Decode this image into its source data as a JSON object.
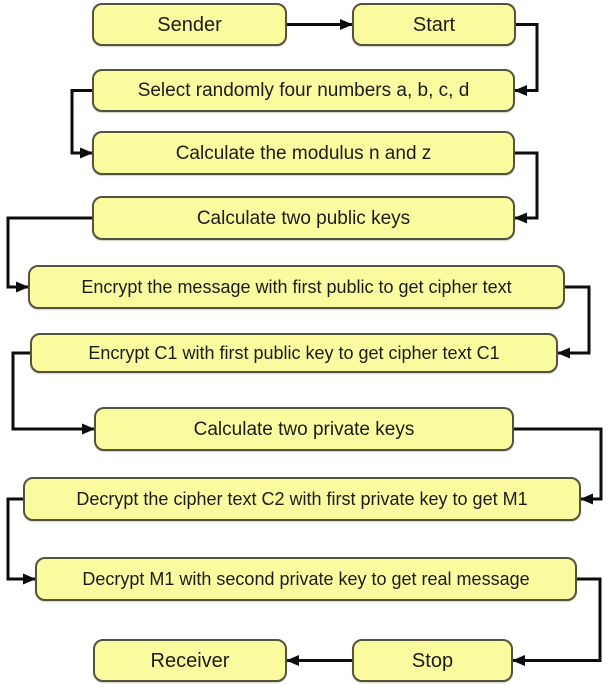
{
  "diagram": {
    "type": "flowchart",
    "nodes": {
      "sender": {
        "label": "Sender"
      },
      "start": {
        "label": "Start"
      },
      "select_numbers": {
        "label": "Select randomly four numbers a, b, c, d"
      },
      "calc_modulus": {
        "label": "Calculate the modulus n and z"
      },
      "calc_public_keys": {
        "label": "Calculate two public keys"
      },
      "encrypt_message": {
        "label": "Encrypt the message with first public to get cipher text"
      },
      "encrypt_c1": {
        "label": "Encrypt C1 with first public key to get cipher text C1"
      },
      "calc_private_keys": {
        "label": "Calculate two private keys"
      },
      "decrypt_c2": {
        "label": "Decrypt the cipher text C2 with first private key to get M1"
      },
      "decrypt_m1": {
        "label": "Decrypt M1 with second private key to get real message"
      },
      "receiver": {
        "label": "Receiver"
      },
      "stop": {
        "label": "Stop"
      }
    },
    "edges": [
      {
        "from": "sender",
        "to": "start"
      },
      {
        "from": "start",
        "to": "select_numbers"
      },
      {
        "from": "select_numbers",
        "to": "calc_modulus"
      },
      {
        "from": "calc_modulus",
        "to": "calc_public_keys"
      },
      {
        "from": "calc_public_keys",
        "to": "encrypt_message"
      },
      {
        "from": "encrypt_message",
        "to": "encrypt_c1"
      },
      {
        "from": "encrypt_c1",
        "to": "calc_private_keys"
      },
      {
        "from": "calc_private_keys",
        "to": "decrypt_c2"
      },
      {
        "from": "decrypt_c2",
        "to": "decrypt_m1"
      },
      {
        "from": "decrypt_m1",
        "to": "stop"
      },
      {
        "from": "stop",
        "to": "receiver"
      }
    ]
  },
  "colors": {
    "background": "#ffffff",
    "node_fill": "#fafa9e",
    "node_border": "#54543e",
    "arrow": "#0d0d0d",
    "text": "#1c1c1c"
  }
}
